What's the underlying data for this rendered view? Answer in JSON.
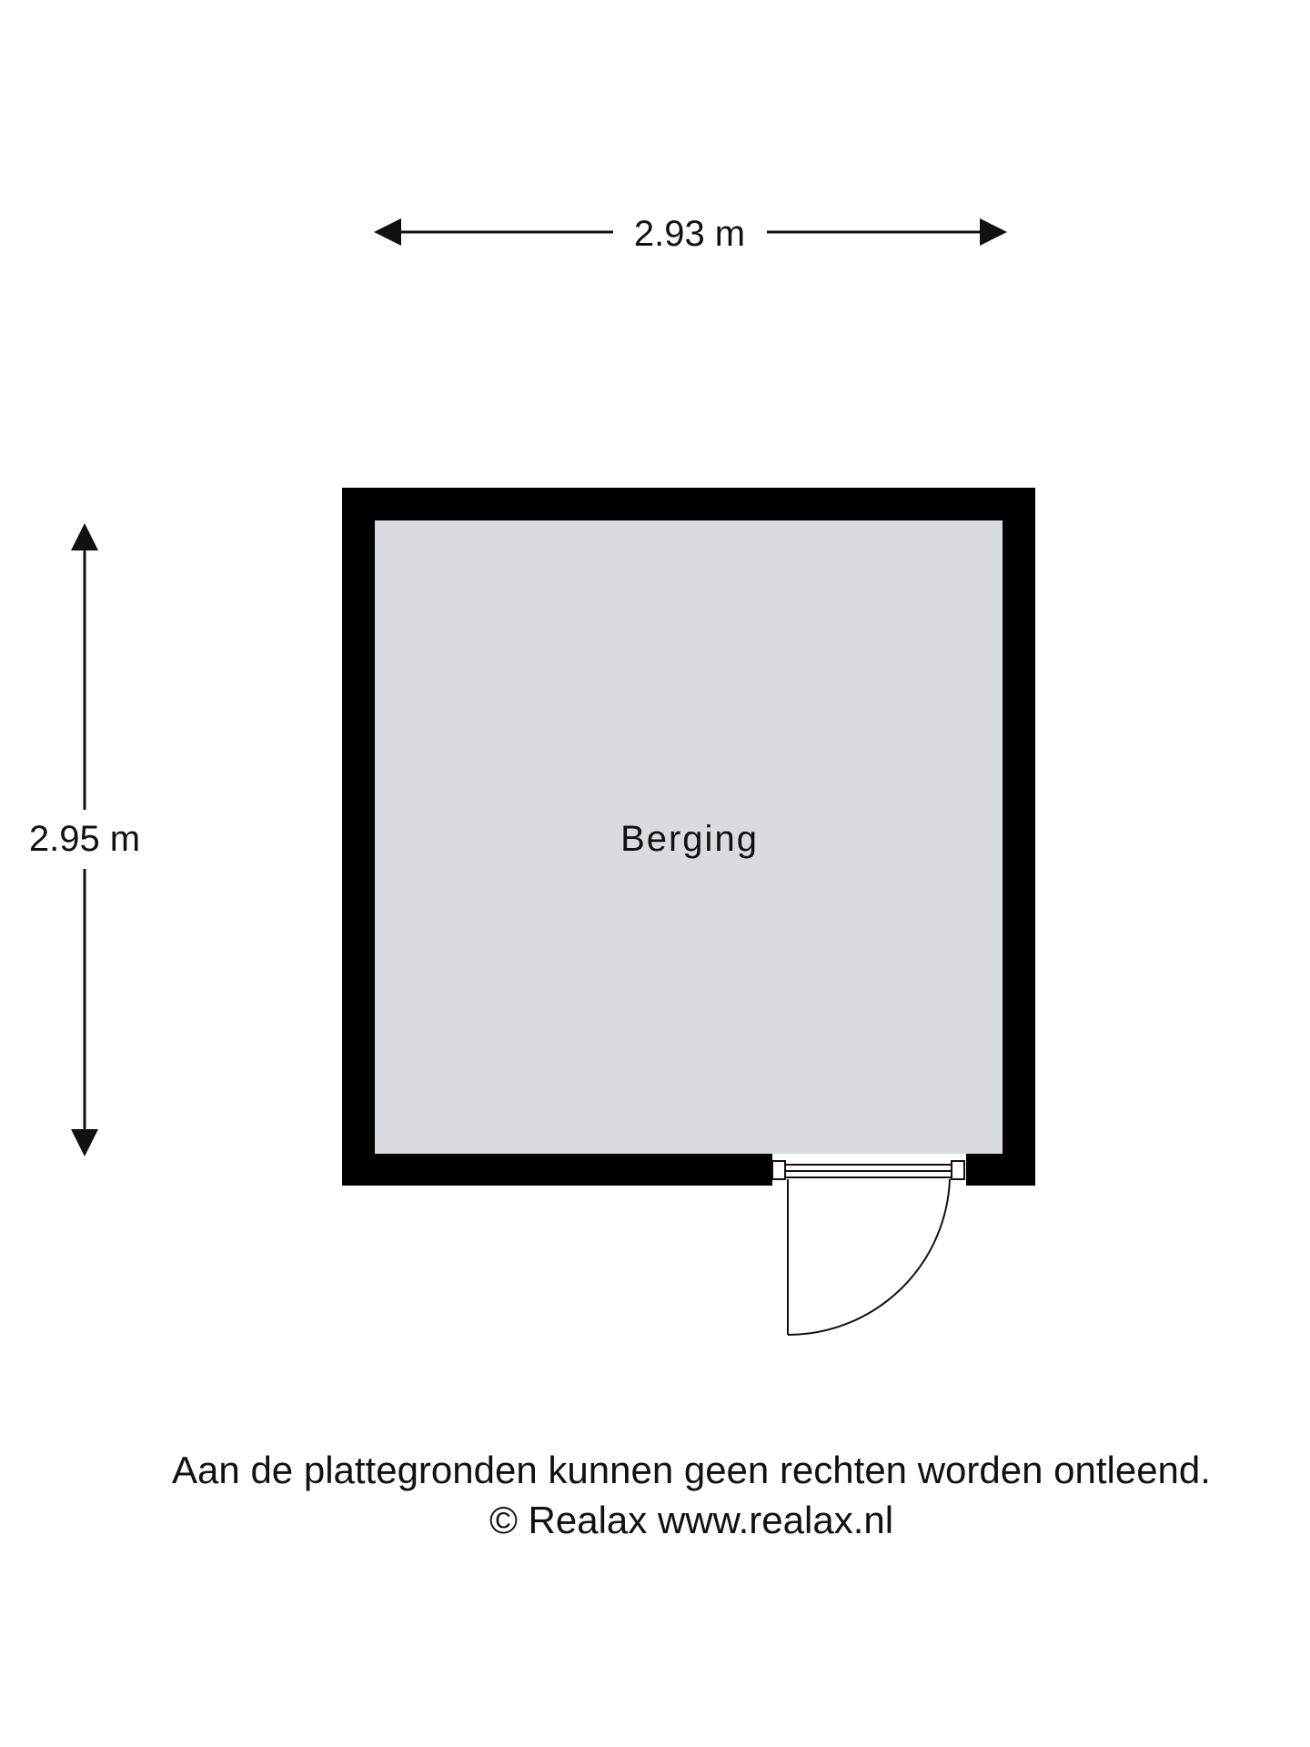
{
  "dimensions": {
    "width_label": "2.93 m",
    "height_label": "2.95 m"
  },
  "room": {
    "name": "Berging"
  },
  "footer": {
    "disclaimer": "Aan de plattegronden kunnen geen rechten worden ontleend.",
    "copyright": "© Realax www.realax.nl"
  },
  "colors": {
    "wall": "#000000",
    "floor": "#d8dce0",
    "line": "#111111"
  }
}
